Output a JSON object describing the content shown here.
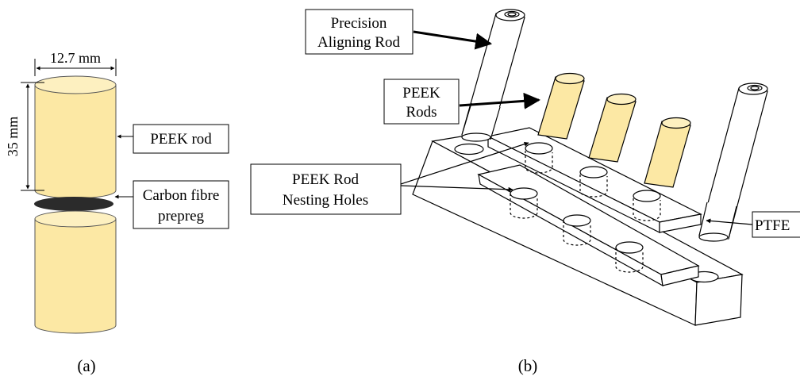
{
  "panel_a": {
    "dim_width": "12.7 mm",
    "dim_height": "35 mm",
    "label_rod": "PEEK rod",
    "label_prepreg_line1": "Carbon fibre",
    "label_prepreg_line2": "prepreg",
    "caption": "(a)"
  },
  "panel_b": {
    "label_rod_line1": "Precision",
    "label_rod_line2": "Aligning Rod",
    "label_peek_line1": "PEEK",
    "label_peek_line2": "Rods",
    "label_holes_line1": "PEEK Rod",
    "label_holes_line2": "Nesting Holes",
    "label_ptfe": "PTFE",
    "caption": "(b)"
  },
  "colors": {
    "peek": "#fce8a4",
    "peek_top": "#fdf0c0",
    "prepreg": "#2b2b2b",
    "rod": "#ffffff",
    "line": "#000000"
  }
}
